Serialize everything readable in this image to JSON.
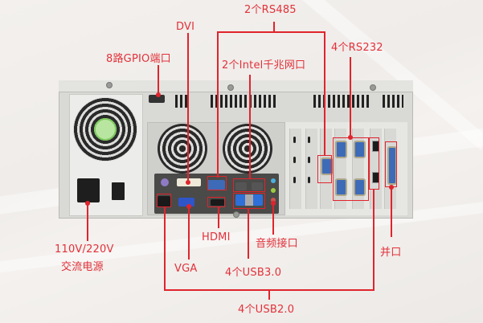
{
  "diagram": {
    "subject": "Industrial PC rear I/O panel",
    "accent_color": "#e0242c",
    "background_color": "#f1eeeb",
    "labels": {
      "rs485": "2个RS485",
      "dvi": "DVI",
      "gpio": "8路GPIO端口",
      "lan": "2个Intel千兆网口",
      "rs232": "4个RS232",
      "power_line1": "110V/220V",
      "power_line2": "交流电源",
      "hdmi": "HDMI",
      "audio": "音频接口",
      "parallel": "并口",
      "vga": "VGA",
      "usb3": "4个USB3.0",
      "usb2": "4个USB2.0"
    }
  }
}
